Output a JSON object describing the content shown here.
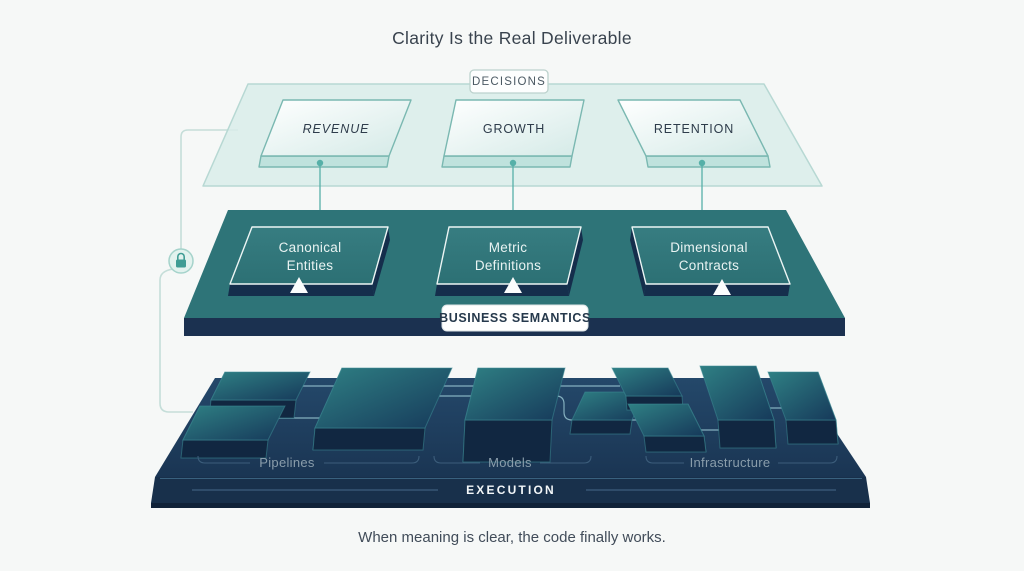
{
  "title": "Clarity Is the Real Deliverable",
  "caption": "When meaning is clear, the code finally works.",
  "decisions": {
    "label": "DECISIONS",
    "tiles": [
      {
        "label": "REVENUE"
      },
      {
        "label": "GROWTH"
      },
      {
        "label": "RETENTION"
      }
    ]
  },
  "semantics": {
    "label": "BUSINESS SEMANTICS",
    "tiles": [
      {
        "line1": "Canonical",
        "line2": "Entities"
      },
      {
        "line1": "Metric",
        "line2": "Definitions"
      },
      {
        "line1": "Dimensional",
        "line2": "Contracts"
      }
    ]
  },
  "execution": {
    "label": "EXECUTION",
    "groups": [
      {
        "label": "Pipelines"
      },
      {
        "label": "Models"
      },
      {
        "label": "Infrastructure"
      }
    ]
  },
  "icons": {
    "lock": "lock-icon"
  },
  "colors": {
    "background": "#f6f8f7",
    "accent_teal": "#3f9c94",
    "light_panel": "#d8ecе9",
    "semantics_platform": "#2e7478",
    "navy": "#1b3553",
    "badge_white": "#ffffff",
    "arrow_head": "#fbfdfd",
    "trace": "#a6d4de"
  }
}
